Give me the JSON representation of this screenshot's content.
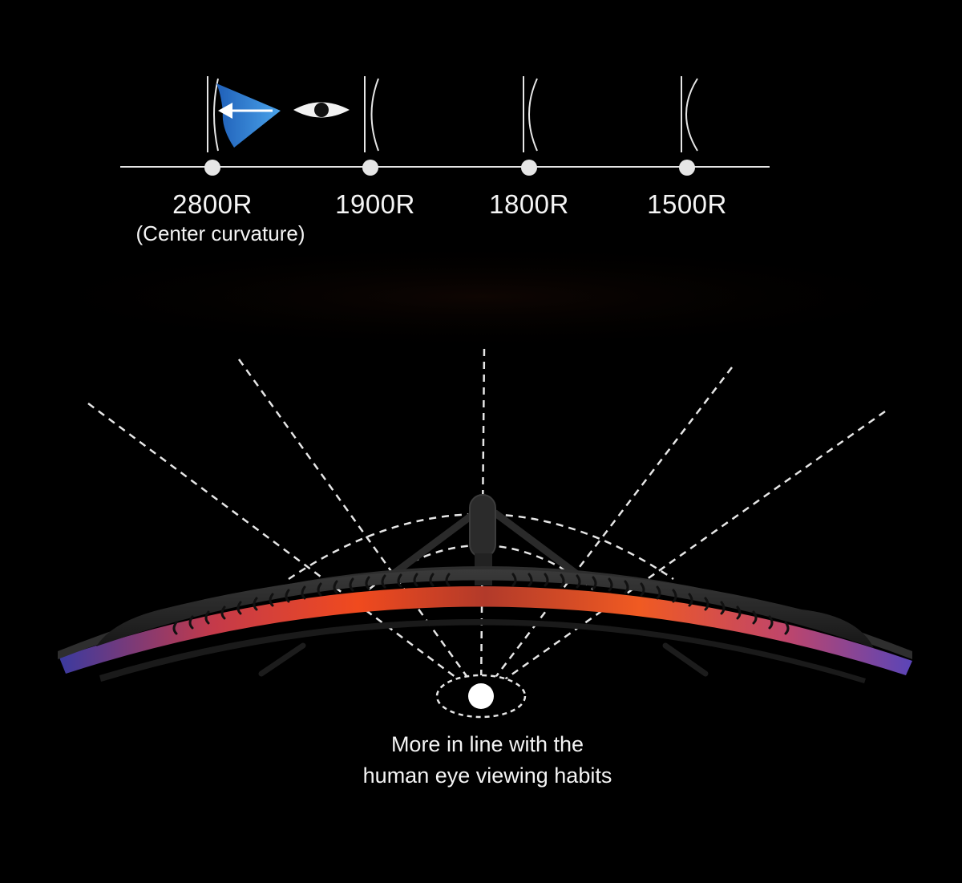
{
  "curvature_scale": {
    "markers": [
      {
        "label": "2800R",
        "note": "(Center curvature)"
      },
      {
        "label": "1900R"
      },
      {
        "label": "1800R"
      },
      {
        "label": "1500R"
      }
    ]
  },
  "caption": {
    "line1": "More in line with the",
    "line2": "human eye viewing habits"
  },
  "colors": {
    "background": "#000000",
    "line": "#e6e6e6",
    "accent_blue": "#2f7fd4",
    "screen_red": "#e5331f",
    "screen_purple": "#6a4fc0"
  },
  "icons": [
    "viewing-cone-icon",
    "eye-icon",
    "monitor-illustration"
  ]
}
